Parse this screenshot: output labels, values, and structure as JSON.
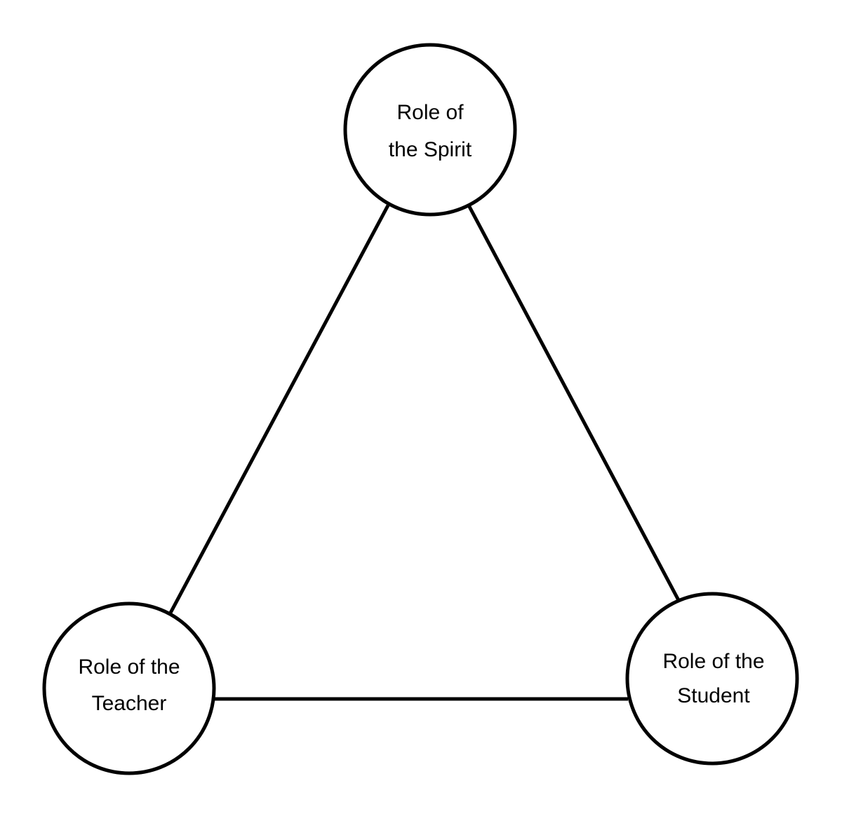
{
  "diagram": {
    "type": "triangle-of-roles",
    "line_color": "#000000",
    "background": "#ffffff",
    "nodes": {
      "spirit": {
        "line1": "Role of",
        "line2": "the Spirit"
      },
      "teacher": {
        "line1": "Role of the",
        "line2": "Teacher"
      },
      "student": {
        "line1": "Role of the",
        "line2": "Student"
      }
    },
    "edges": [
      {
        "from": "spirit",
        "to": "teacher"
      },
      {
        "from": "spirit",
        "to": "student"
      },
      {
        "from": "teacher",
        "to": "student"
      }
    ]
  }
}
